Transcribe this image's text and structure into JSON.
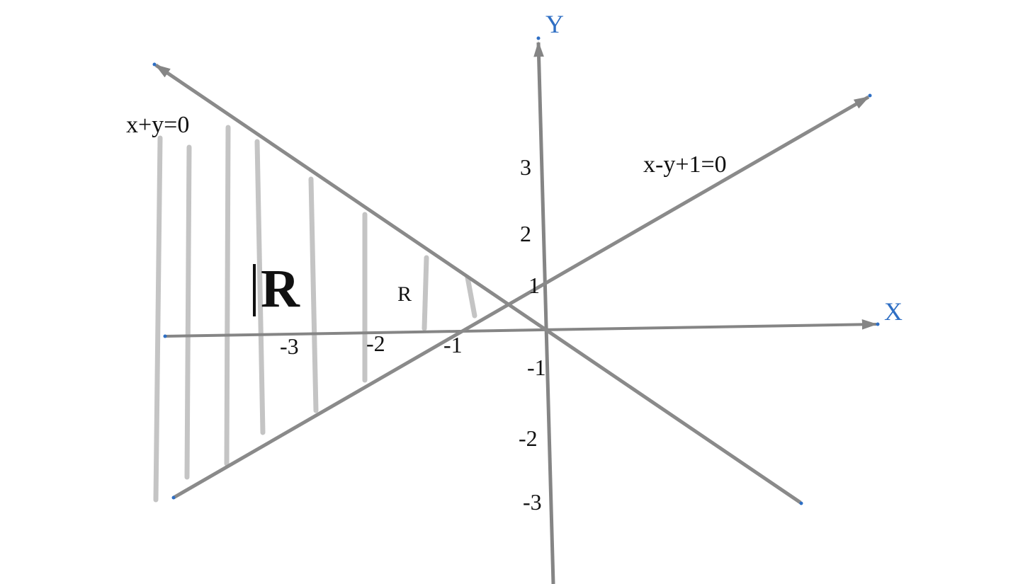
{
  "axes": {
    "x_label": "X",
    "y_label": "Y",
    "label_color": "#2f6fc4",
    "line_color": "#858585"
  },
  "ticks": {
    "x": [
      "-3",
      "-2",
      "-1"
    ],
    "y": [
      "3",
      "2",
      "1",
      "-1",
      "-2",
      "-3"
    ]
  },
  "lines": {
    "line1_equation": "x+y=0",
    "line2_equation": "x-y+1=0",
    "line_color": "#8a8a8a"
  },
  "region": {
    "label_main": "R",
    "label_small": "R",
    "hatch_color": "#c4c4c4"
  },
  "colors": {
    "endpoint_dot": "#2f6fc4",
    "text": "#111111"
  }
}
